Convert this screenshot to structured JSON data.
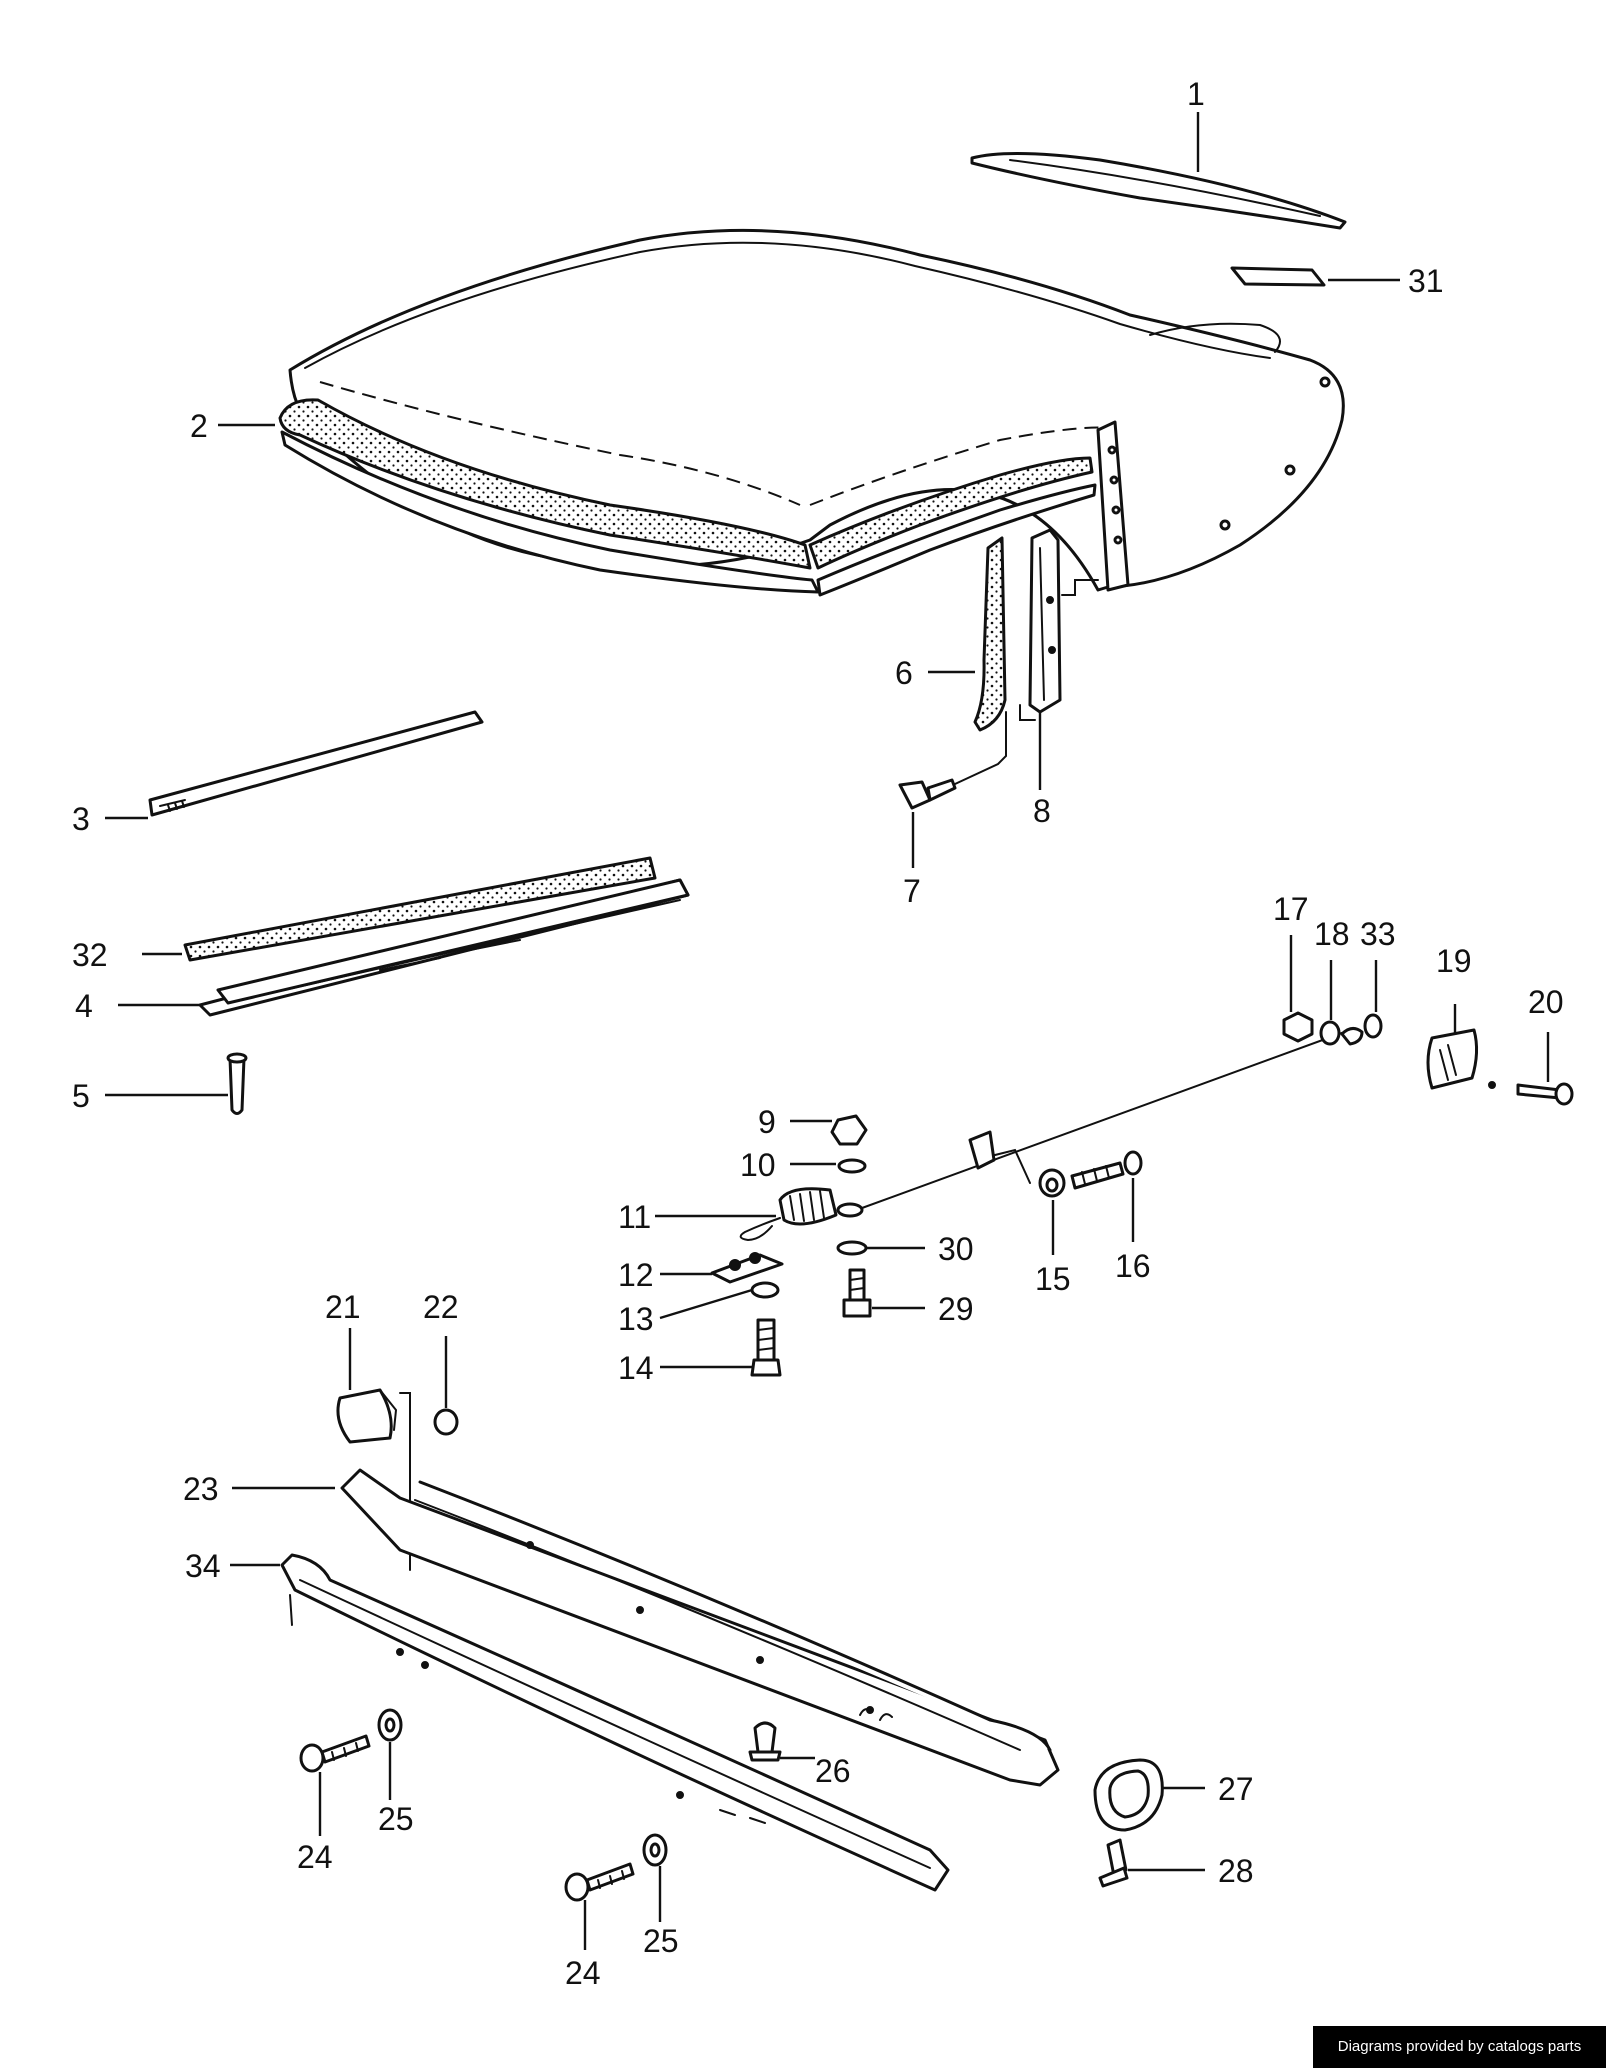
{
  "callouts": [
    "1",
    "2",
    "3",
    "4",
    "5",
    "6",
    "7",
    "8",
    "9",
    "10",
    "11",
    "12",
    "13",
    "14",
    "15",
    "16",
    "17",
    "18",
    "19",
    "20",
    "21",
    "22",
    "23",
    "24",
    "24",
    "25",
    "25",
    "26",
    "27",
    "28",
    "29",
    "30",
    "31",
    "32",
    "33",
    "34"
  ],
  "footer": {
    "text": "Diagrams provided by catalogs parts"
  }
}
